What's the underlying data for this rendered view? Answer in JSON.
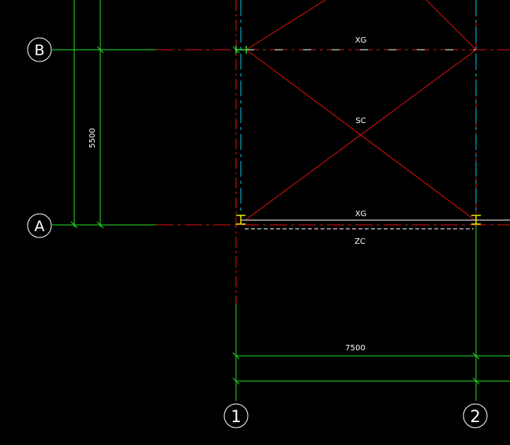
{
  "colors": {
    "background": "#000000",
    "axis_line": "#e01010",
    "center_line": "#00c8e8",
    "dimension": "#22dd22",
    "annotation": "#ffffff",
    "column_marker": "#e8e800",
    "column_marker_alt": "#33dd33"
  },
  "grid": {
    "rows": [
      {
        "id": "row-b",
        "label": "B"
      },
      {
        "id": "row-a",
        "label": "A"
      }
    ],
    "cols": [
      {
        "id": "col-1",
        "label": "1"
      },
      {
        "id": "col-2",
        "label": "2"
      }
    ]
  },
  "members": {
    "xg_top": "XG",
    "sc": "SC",
    "xg_bottom": "XG",
    "zc": "ZC"
  },
  "dimensions": {
    "vertical": "5500",
    "horizontal": "7500"
  }
}
